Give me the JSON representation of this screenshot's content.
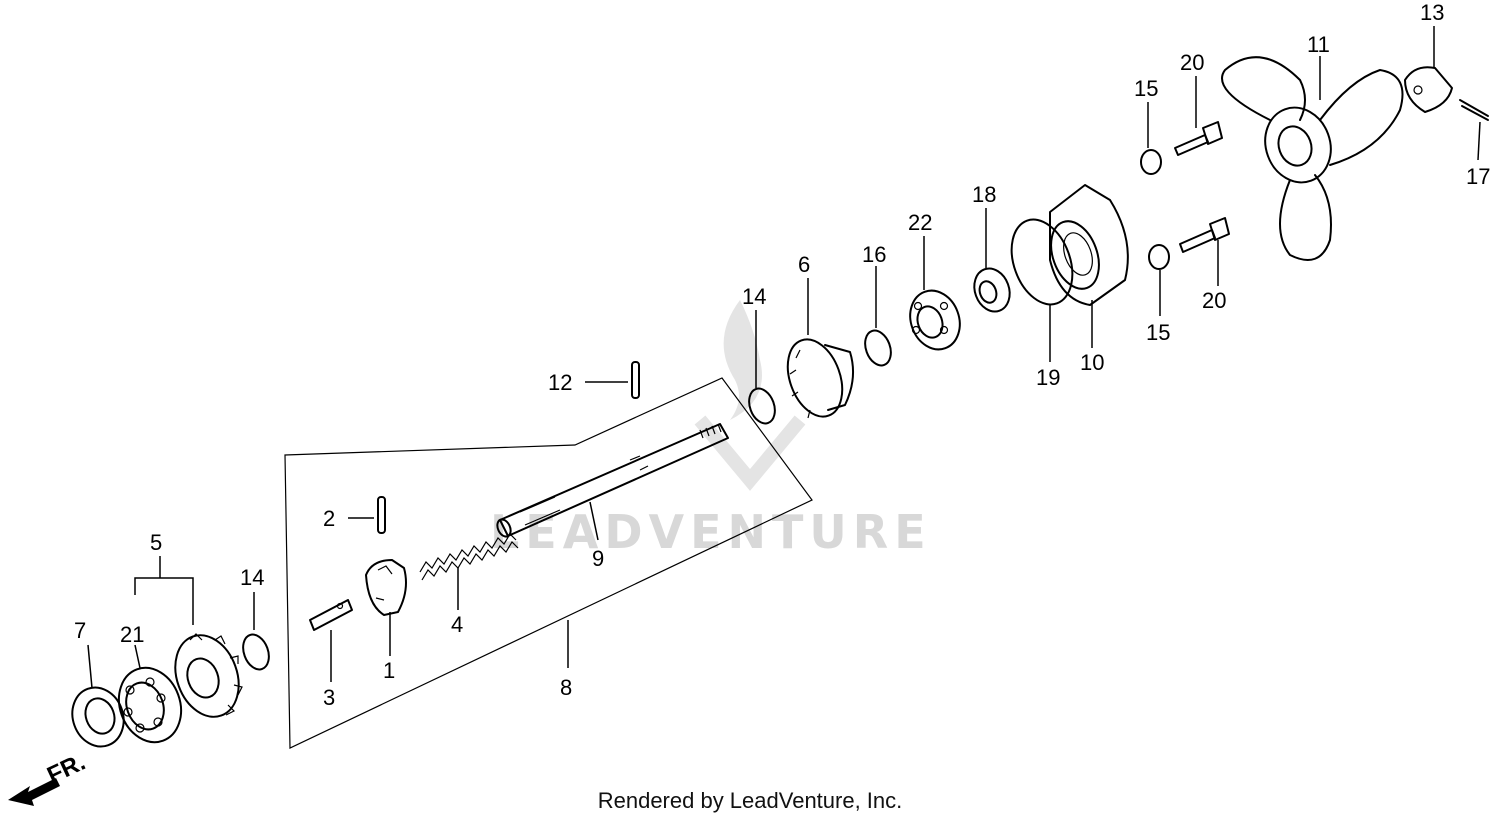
{
  "diagram": {
    "labels": {
      "p1": "1",
      "p2": "2",
      "p3": "3",
      "p4": "4",
      "p5": "5",
      "p6": "6",
      "p7": "7",
      "p8": "8",
      "p9": "9",
      "p10": "10",
      "p11": "11",
      "p12": "12",
      "p13": "13",
      "p14a": "14",
      "p14b": "14",
      "p15a": "15",
      "p15b": "15",
      "p16": "16",
      "p17": "17",
      "p18": "18",
      "p19": "19",
      "p20a": "20",
      "p20b": "20",
      "p21": "21",
      "p22": "22"
    },
    "front_arrow": "FR.",
    "watermark": "LEADVENTURE",
    "footer": "Rendered by LeadVenture, Inc."
  }
}
